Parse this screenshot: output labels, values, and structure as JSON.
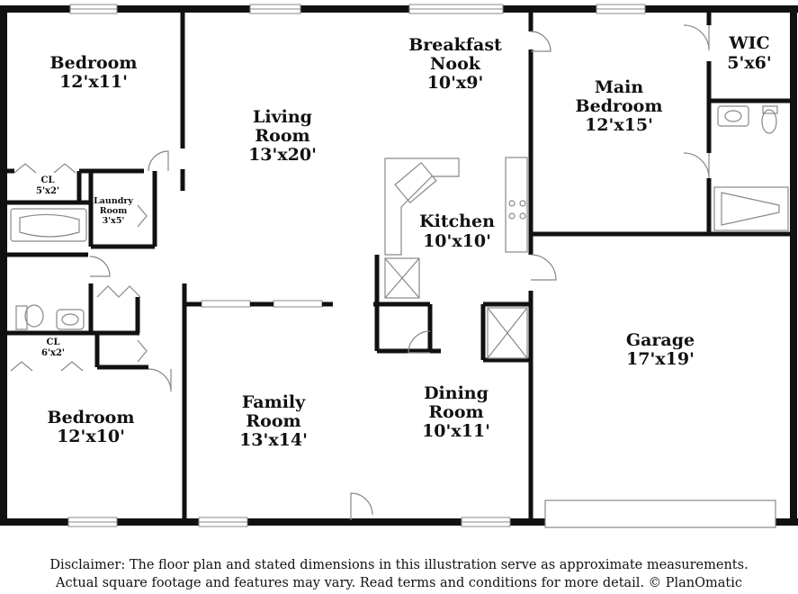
{
  "rooms": {
    "bedroom_nw": {
      "name": "Bedroom",
      "size": "12'x11'"
    },
    "living": {
      "name_line1": "Living",
      "name_line2": "Room",
      "size": "13'x20'"
    },
    "nook": {
      "name_line1": "Breakfast",
      "name_line2": "Nook",
      "size": "10'x9'"
    },
    "main_bedroom": {
      "name_line1": "Main",
      "name_line2": "Bedroom",
      "size": "12'x15'"
    },
    "wic": {
      "name": "WIC",
      "size": "5'x6'"
    },
    "closet_top": {
      "name": "CL",
      "size": "5'x2'"
    },
    "laundry": {
      "name_line1": "Laundry",
      "name_line2": "Room",
      "size": "3'x5'"
    },
    "kitchen": {
      "name": "Kitchen",
      "size": "10'x10'"
    },
    "closet_bottom": {
      "name": "CL",
      "size": "6'x2'"
    },
    "garage": {
      "name": "Garage",
      "size": "17'x19'"
    },
    "dining": {
      "name_line1": "Dining",
      "name_line2": "Room",
      "size": "10'x11'"
    },
    "family": {
      "name_line1": "Family",
      "name_line2": "Room",
      "size": "13'x14'"
    },
    "bedroom_sw": {
      "name": "Bedroom",
      "size": "12'x10'"
    }
  },
  "disclaimer": {
    "line1": "Disclaimer: The floor plan and stated dimensions in this illustration serve as approximate measurements.",
    "line2": "Actual square footage and features may vary. Read terms and conditions for more detail. © PlanOmatic"
  }
}
